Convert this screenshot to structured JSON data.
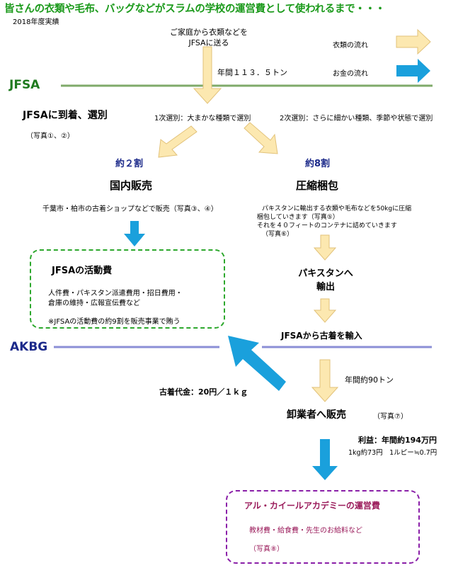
{
  "title": "皆さんの衣類や毛布、バッグなどがスラムの学校の運営費として使われるまで・・・",
  "year_note": "2018年度実績",
  "start_line1": "ご家庭から衣類などを",
  "start_line2": "JFSAに送る",
  "legend": {
    "clothes_flow": "衣類の流れ",
    "money_flow": "お金の流れ",
    "clothes_color": "#fce8b0",
    "money_color": "#1aa0dc"
  },
  "jfsa_label": "JFSA",
  "annual_volume": "年間１１３．５トン",
  "arrival": "JFSAに到着、選別",
  "arrival_photos": "（写真①、②）",
  "sorting1": "1次選別：大まかな種類で選別",
  "sorting2": "2次選別：さらに細かい種類、季節や状態で選別",
  "domestic": {
    "ratio": "約２割",
    "heading": "国内販売",
    "desc": "千葉市・柏市の古着ショップなどで販売（写真③、④）"
  },
  "compress": {
    "ratio": "約8割",
    "heading": "圧縮梱包",
    "desc1": "パキスタンに輸出する衣類や毛布などを50kgに圧縮",
    "desc2": "梱包していきます（写真⑤）",
    "desc3": "それを４０フィートのコンテナに詰めていきます",
    "desc4": "（写真⑥）"
  },
  "jfsa_costs": {
    "title": "JFSAの活動費",
    "line1": "人件費・パキスタン派遣費用・招日費用・",
    "line2": "倉庫の維持・広報宣伝費など",
    "note": "※JFSAの活動費の約9割を販売事業で賄う"
  },
  "export_line1": "パキスタンへ",
  "export_line2": "輸出",
  "import_label": "JFSAから古着を輸入",
  "akbg_label": "AKBG",
  "annual_90": "年間約90トン",
  "used_price": "古着代金：20円／１ｋｇ",
  "wholesale": "卸業者へ販売",
  "wholesale_photo": "（写真⑦）",
  "profit": "利益：年間約194万円",
  "rate": "1kg約73円　1ルピー≒0.7円",
  "academy": {
    "title": "アル・カイールアカデミーの運営費",
    "desc": "教材費・給食費・先生のお給料など",
    "photo": "（写真⑧）"
  }
}
